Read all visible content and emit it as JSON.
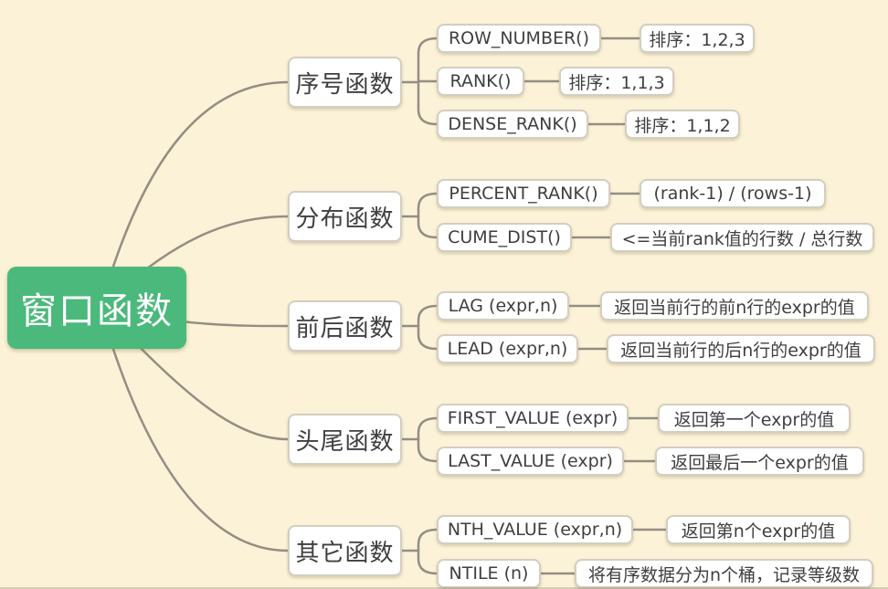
{
  "root": {
    "label": "窗口函数"
  },
  "branches": [
    {
      "label": "序号函数",
      "children": [
        {
          "fn": "ROW_NUMBER()",
          "desc": "排序：1,2,3"
        },
        {
          "fn": "RANK()",
          "desc": "排序：1,1,3"
        },
        {
          "fn": "DENSE_RANK()",
          "desc": "排序：1,1,2"
        }
      ]
    },
    {
      "label": "分布函数",
      "children": [
        {
          "fn": "PERCENT_RANK()",
          "desc": "(rank-1) / (rows-1)"
        },
        {
          "fn": "CUME_DIST()",
          "desc": "<=当前rank值的行数 / 总行数"
        }
      ]
    },
    {
      "label": "前后函数",
      "children": [
        {
          "fn": "LAG (expr,n)",
          "desc": "返回当前行的前n行的expr的值"
        },
        {
          "fn": "LEAD (expr,n)",
          "desc": "返回当前行的后n行的expr的值"
        }
      ]
    },
    {
      "label": "头尾函数",
      "children": [
        {
          "fn": "FIRST_VALUE (expr)",
          "desc": "返回第一个expr的值"
        },
        {
          "fn": "LAST_VALUE (expr)",
          "desc": "返回最后一个expr的值"
        }
      ]
    },
    {
      "label": "其它函数",
      "children": [
        {
          "fn": "NTH_VALUE (expr,n)",
          "desc": "返回第n个expr的值"
        },
        {
          "fn": "NTILE (n)",
          "desc": "将有序数据分为n个桶，记录等级数"
        }
      ]
    }
  ],
  "colors": {
    "background": "#fbf2d8",
    "root_fill": "#4bb97c",
    "root_text": "#ffffff",
    "node_border": "#d3cec1",
    "node_text": "#3f3f3f",
    "connector": "#948e82"
  }
}
